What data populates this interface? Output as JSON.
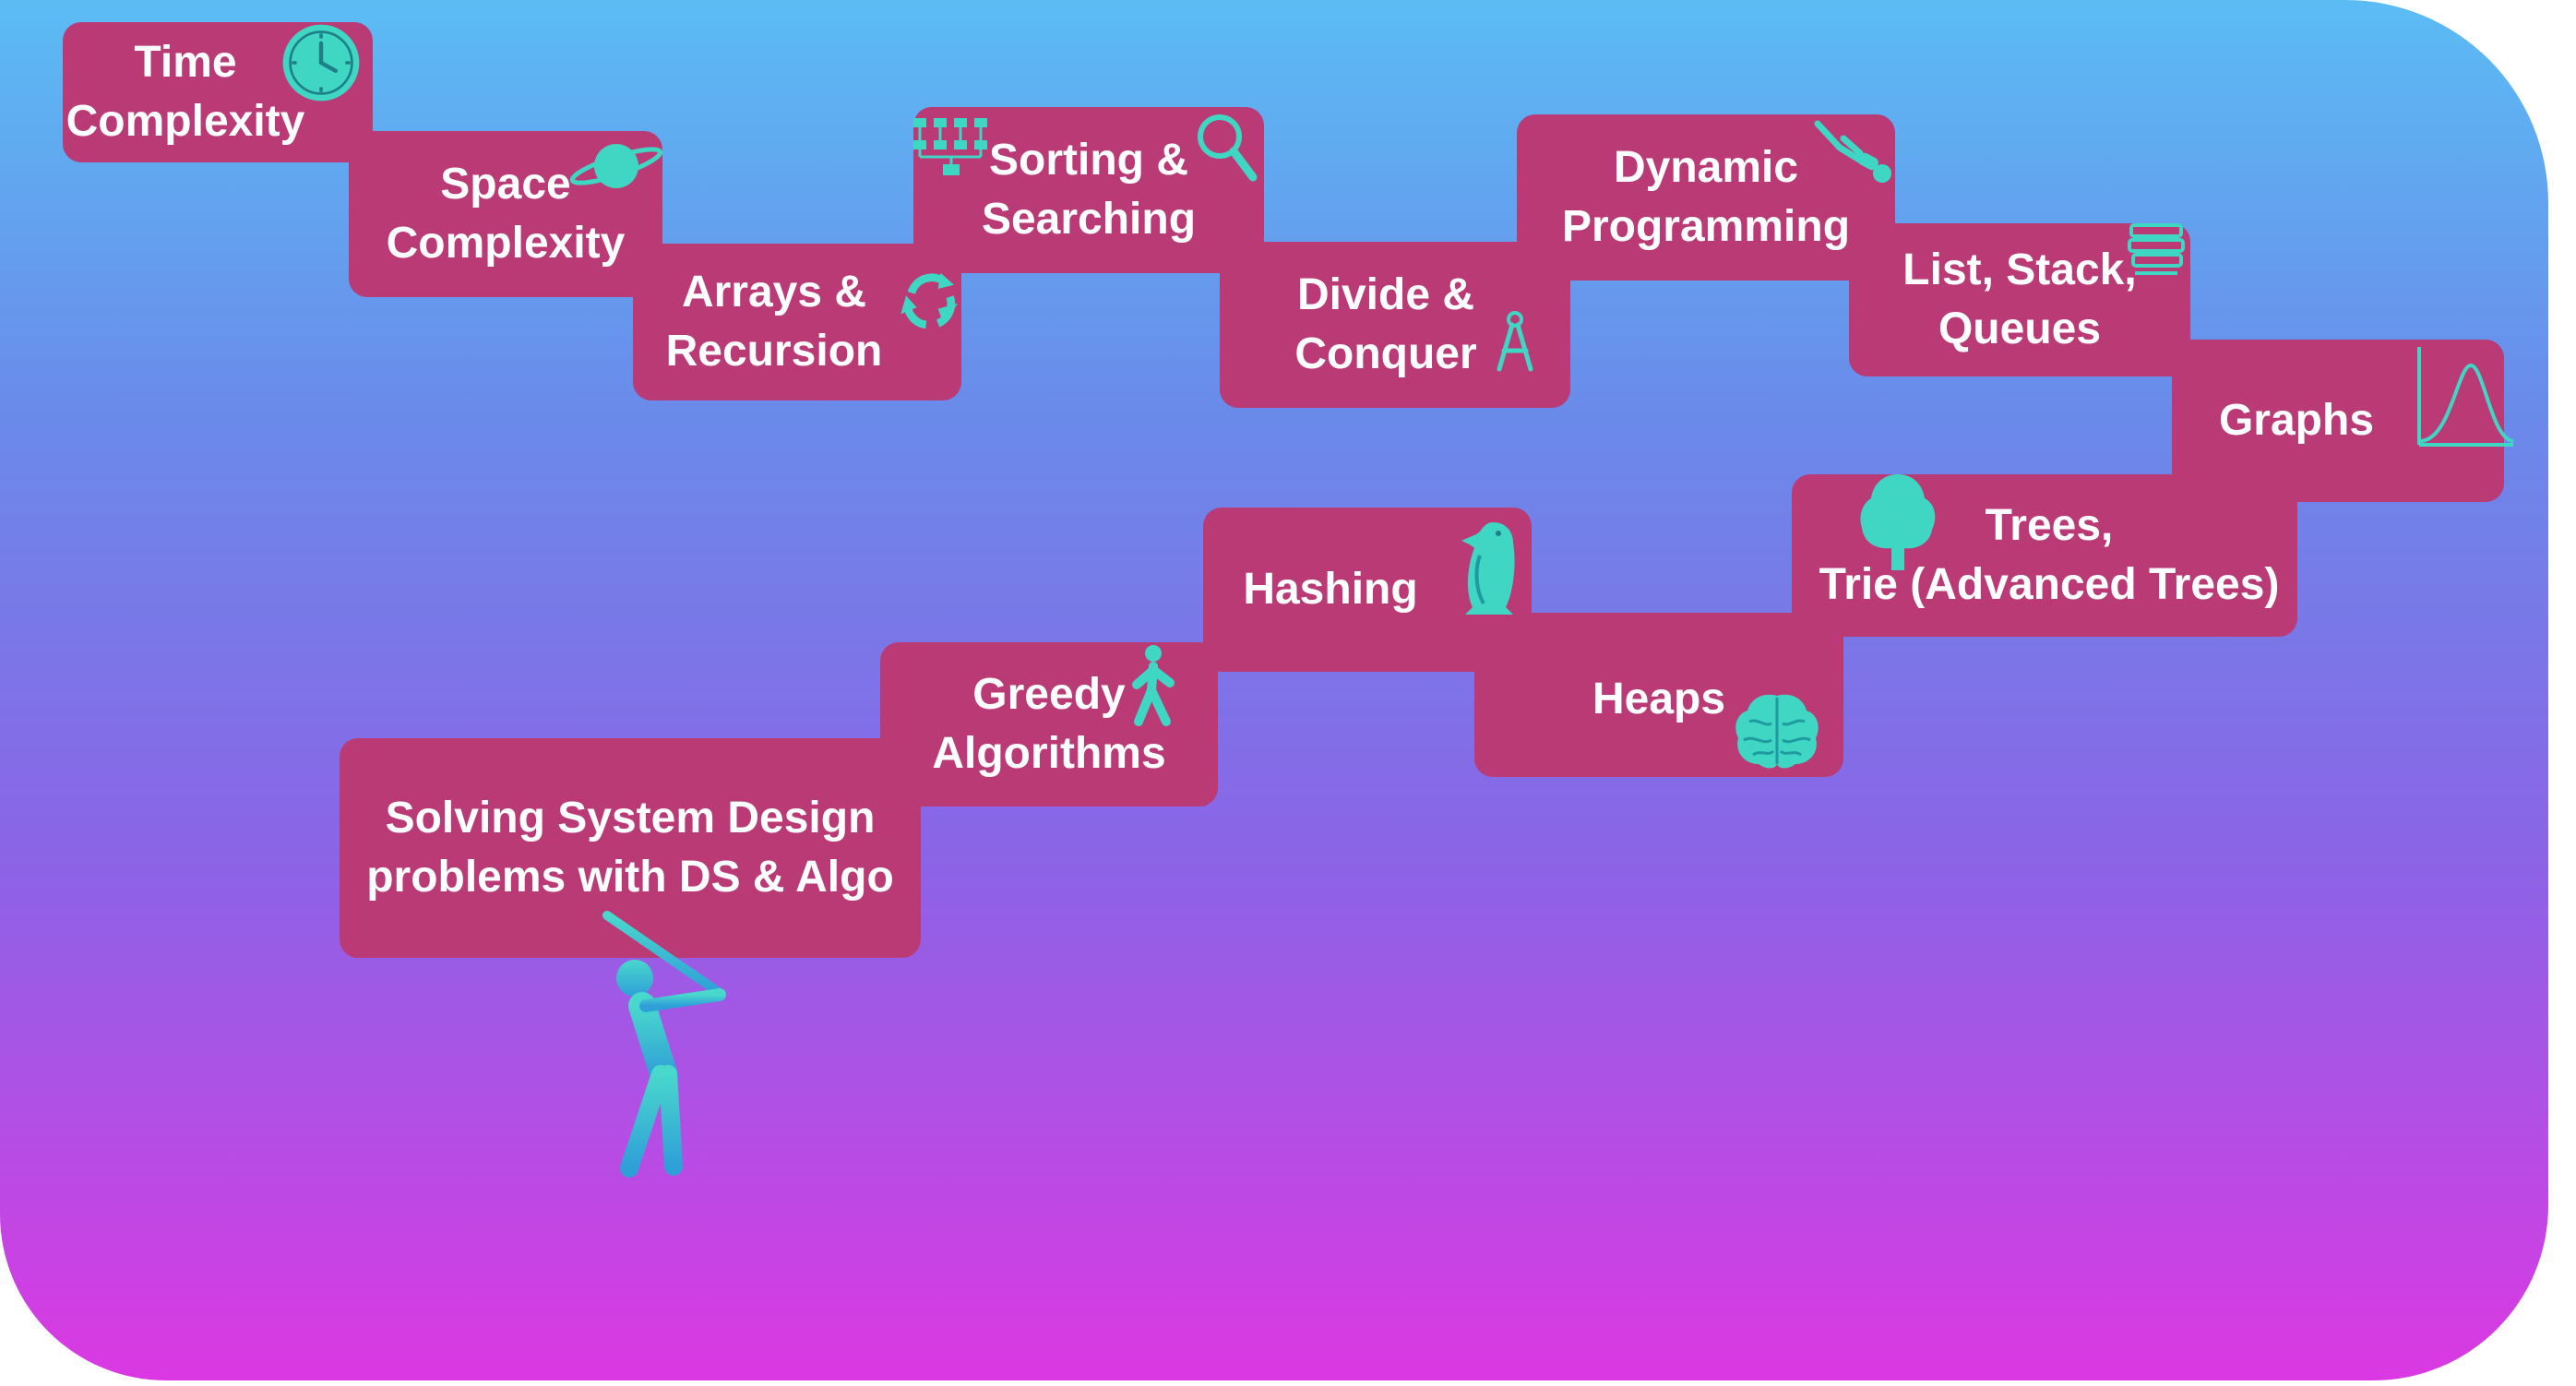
{
  "steps": [
    {
      "id": "time-complexity",
      "lines": [
        "Time",
        "Complexity"
      ],
      "icon": "clock-icon"
    },
    {
      "id": "space-complexity",
      "lines": [
        "Space",
        "Complexity"
      ],
      "icon": "planet-icon"
    },
    {
      "id": "arrays-recursion",
      "lines": [
        "Arrays &",
        "Recursion"
      ],
      "icon": "cycle-arrows-icon"
    },
    {
      "id": "sorting-searching",
      "lines": [
        "Sorting &",
        "Searching"
      ],
      "icon": "magnifier-icon"
    },
    {
      "id": "divide-conquer",
      "lines": [
        "Divide &",
        "Conquer"
      ],
      "icon": "compass-icon"
    },
    {
      "id": "dynamic-programming",
      "lines": [
        "Dynamic",
        "Programming"
      ],
      "icon": "diver-icon"
    },
    {
      "id": "list-stack-queues",
      "lines": [
        "List, Stack,",
        "Queues"
      ],
      "icon": "book-stack-icon"
    },
    {
      "id": "graphs",
      "lines": [
        "Graphs"
      ],
      "icon": "bell-curve-icon"
    },
    {
      "id": "trees-trie",
      "lines": [
        "Trees,",
        "Trie (Advanced Trees)"
      ],
      "icon": "tree-icon"
    },
    {
      "id": "heaps",
      "lines": [
        "Heaps"
      ],
      "icon": "brain-icon"
    },
    {
      "id": "hashing",
      "lines": [
        "Hashing"
      ],
      "icon": "penguin-icon"
    },
    {
      "id": "greedy-algorithms",
      "lines": [
        "Greedy",
        "Algorithms"
      ],
      "icon": "walking-person-icon"
    },
    {
      "id": "system-design",
      "lines": [
        "Solving System Design",
        "problems with DS & Algo"
      ],
      "icon": ""
    }
  ],
  "extra_icons": [
    "hierarchy-chart-icon",
    "golfer-icon"
  ],
  "colors": {
    "step_fill": "#ba3a75",
    "text": "#ffffff",
    "icon_teal": "#3fd6c3",
    "background_top": "#5bbcf4",
    "background_bottom": "#db38e2"
  }
}
